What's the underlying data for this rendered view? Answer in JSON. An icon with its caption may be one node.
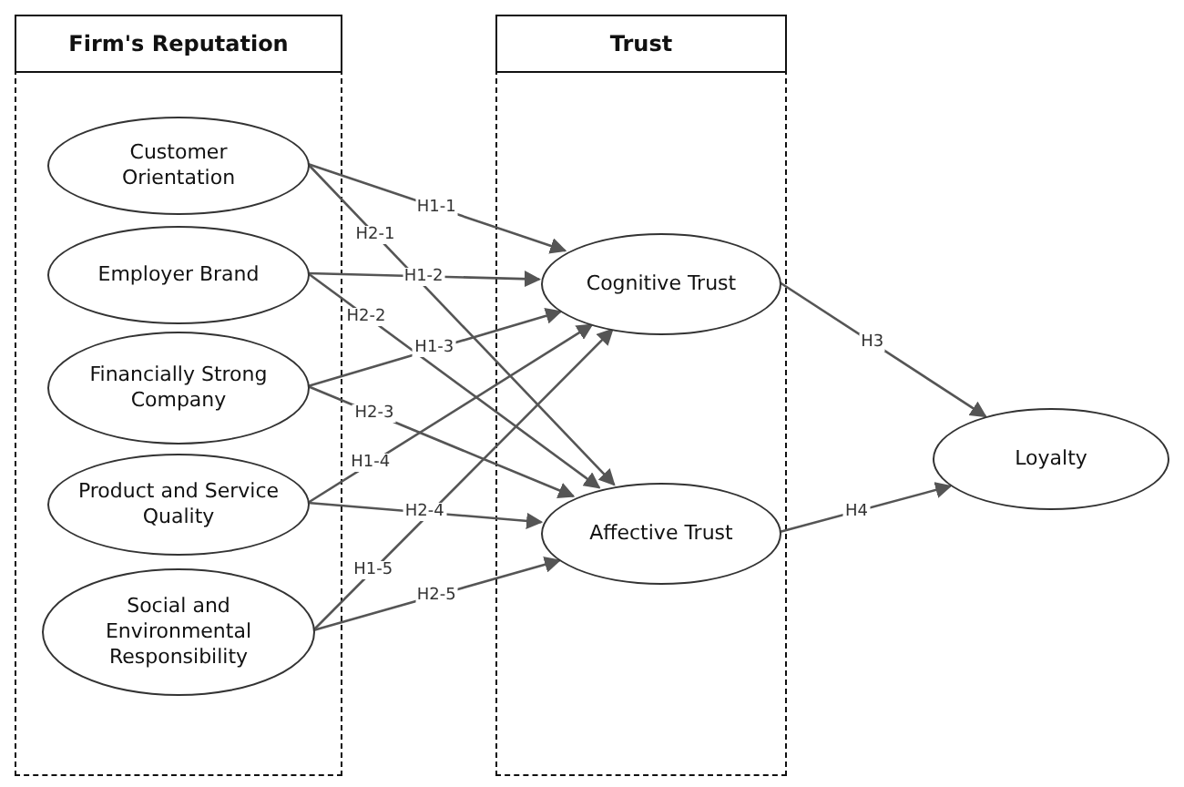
{
  "diagram": {
    "nodes": [
      {
        "text": [
          "Firm's Reputation"
        ]
      },
      {
        "text": [
          "Customer Orientation"
        ],
        "in": 0
      },
      {
        "text": [
          "Employer Brand"
        ],
        "in": 0
      },
      {
        "text": [
          "Financially Strong Company"
        ],
        "in": 0
      },
      {
        "text": [
          "Product and Service Quality"
        ],
        "in": 0
      },
      {
        "text": [
          "Social and Environmental Responsibility"
        ],
        "in": 0
      },
      {
        "text": [
          "Trust"
        ]
      },
      {
        "text": [
          "Cognitive Trust"
        ],
        "in": 6
      },
      {
        "text": [
          "Affective Trust"
        ],
        "in": 6
      },
      {
        "text": [
          "Loyalty"
        ]
      }
    ],
    "edges": [
      {
        "from": 1,
        "to": 7,
        "arrow": "to",
        "label": "H1-1"
      },
      {
        "from": 1,
        "to": 8,
        "arrow": "to",
        "label": "H2-1"
      },
      {
        "from": 2,
        "to": 7,
        "arrow": "to",
        "label": "H1-2"
      },
      {
        "from": 2,
        "to": 8,
        "arrow": "to",
        "label": "H2-2"
      },
      {
        "from": 3,
        "to": 7,
        "arrow": "to",
        "label": "H1-3"
      },
      {
        "from": 3,
        "to": 8,
        "arrow": "to",
        "label": "H2-3"
      },
      {
        "from": 4,
        "to": 7,
        "arrow": "to",
        "label": "H1-4"
      },
      {
        "from": 4,
        "to": 8,
        "arrow": "to",
        "label": "H2-4"
      },
      {
        "from": 5,
        "to": 7,
        "arrow": "to",
        "label": "H1-5"
      },
      {
        "from": 5,
        "to": 8,
        "arrow": "to",
        "label": "H2-5"
      },
      {
        "from": 7,
        "to": 9,
        "arrow": "to",
        "label": "H3"
      },
      {
        "from": 8,
        "to": 9,
        "arrow": "to",
        "label": "H4"
      }
    ]
  }
}
